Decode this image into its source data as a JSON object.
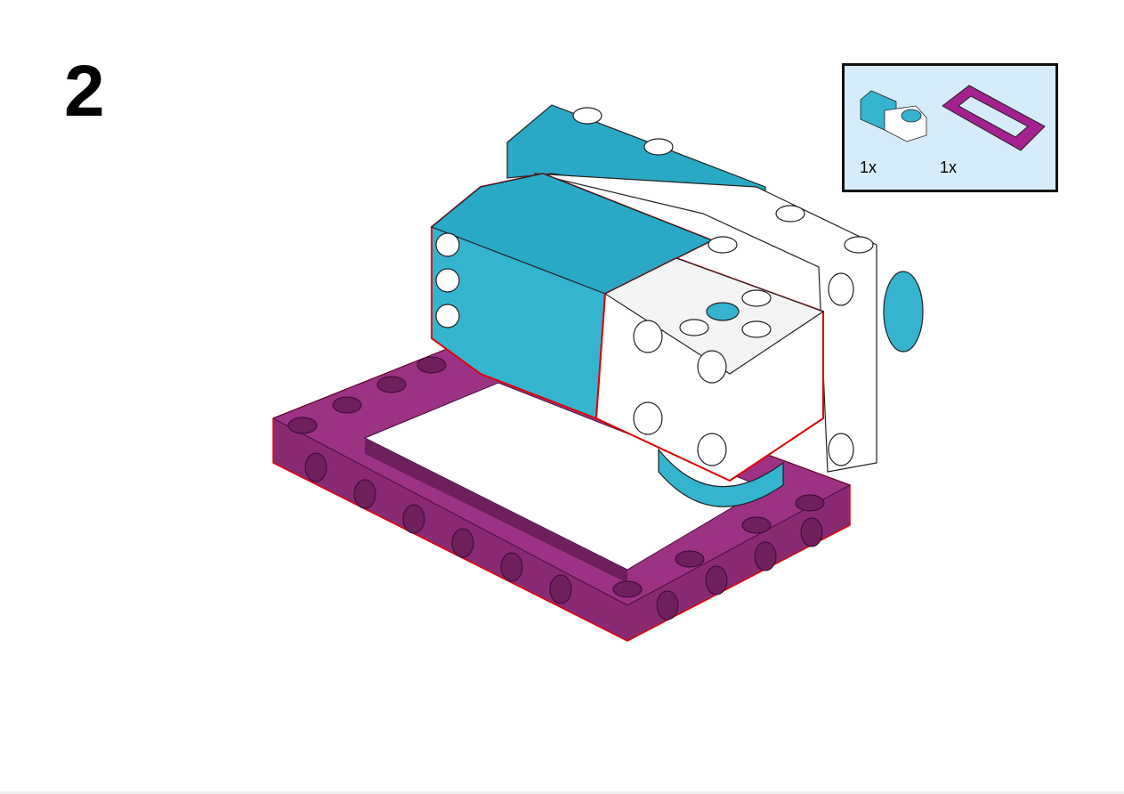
{
  "step": {
    "number": "2"
  },
  "parts_list": {
    "items": [
      {
        "part": "medium-motor",
        "quantity": "1x"
      },
      {
        "part": "frame-7x11",
        "quantity": "1x"
      }
    ]
  },
  "colors": {
    "motor_cyan": "#35b4d0",
    "frame_magenta": "#9a2f80",
    "highlight_red": "#e00000",
    "parts_bg": "#d6ecfb"
  }
}
